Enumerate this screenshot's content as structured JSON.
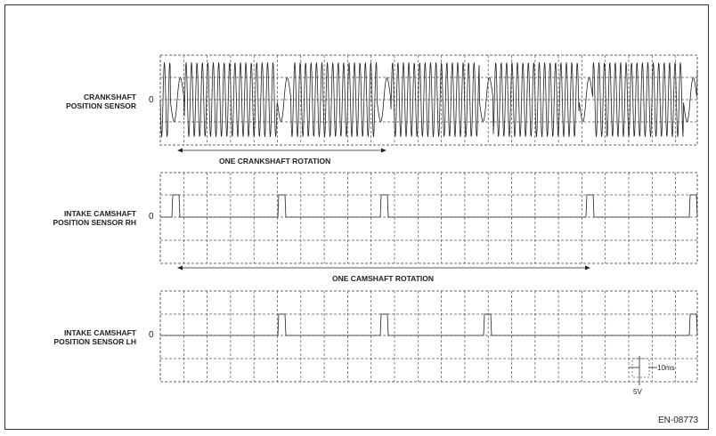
{
  "crank": {
    "label1": "CRANKSHAFT",
    "label2": "POSITION SENSOR",
    "zero": "0",
    "caption": "ONE CRANKSHAFT ROTATION"
  },
  "cam_rh": {
    "label1": "INTAKE CAMSHAFT",
    "label2": "POSITION SENSOR RH",
    "zero": "0",
    "caption": "ONE CAMSHAFT ROTATION"
  },
  "cam_lh": {
    "label1": "INTAKE CAMSHAFT",
    "label2": "POSITION SENSOR LH",
    "zero": "0"
  },
  "scale": {
    "time": "10ms",
    "voltage": "5V"
  },
  "figure_code": "EN-08773"
}
